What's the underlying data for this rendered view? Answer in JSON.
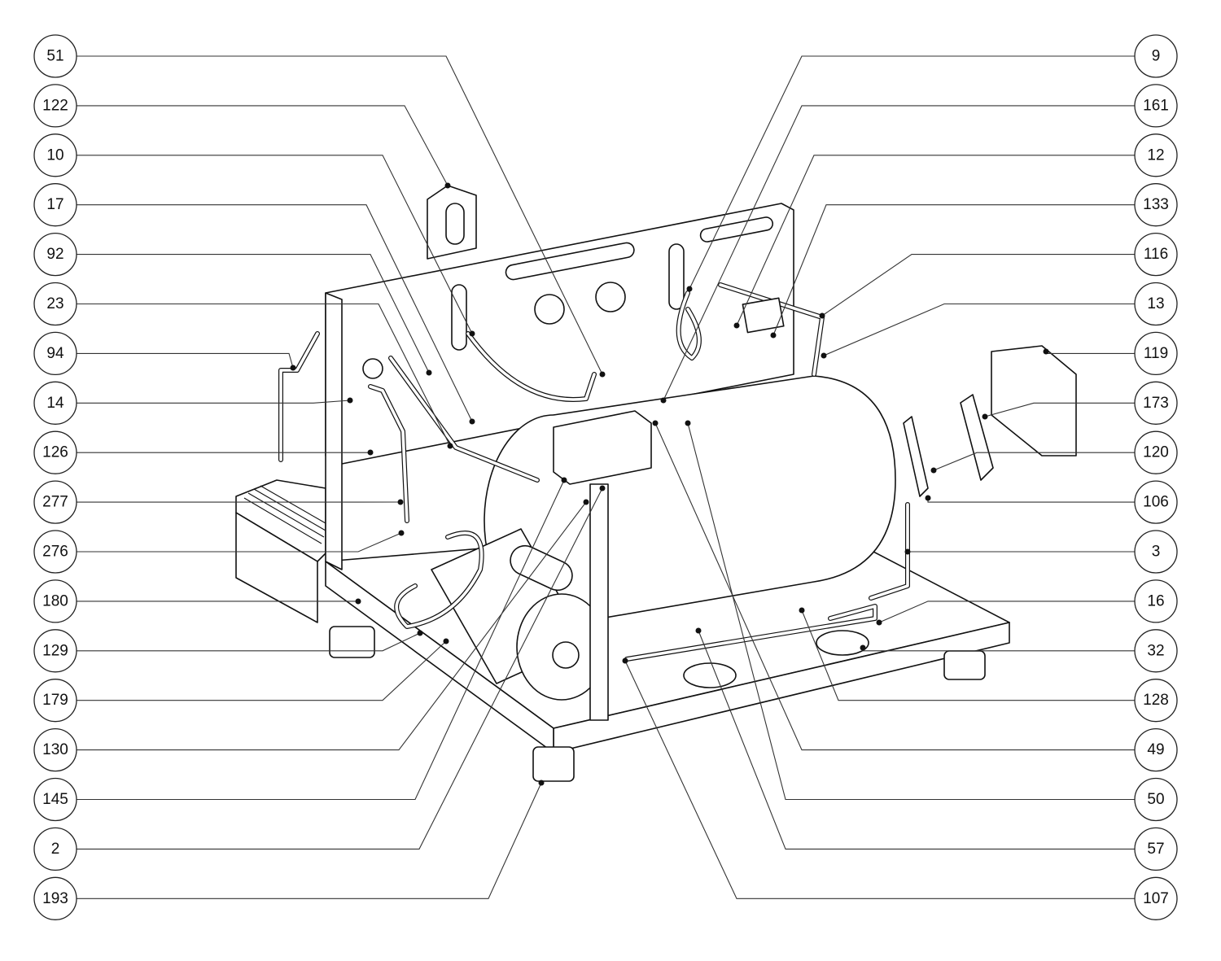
{
  "diagram": {
    "type": "exploded parts callout diagram",
    "left_callouts": [
      "51",
      "122",
      "10",
      "17",
      "92",
      "23",
      "94",
      "14",
      "126",
      "277",
      "276",
      "180",
      "129",
      "179",
      "130",
      "145",
      "2",
      "193"
    ],
    "right_callouts": [
      "9",
      "161",
      "12",
      "133",
      "116",
      "13",
      "119",
      "173",
      "120",
      "106",
      "3",
      "16",
      "32",
      "128",
      "49",
      "50",
      "57",
      "107"
    ]
  }
}
